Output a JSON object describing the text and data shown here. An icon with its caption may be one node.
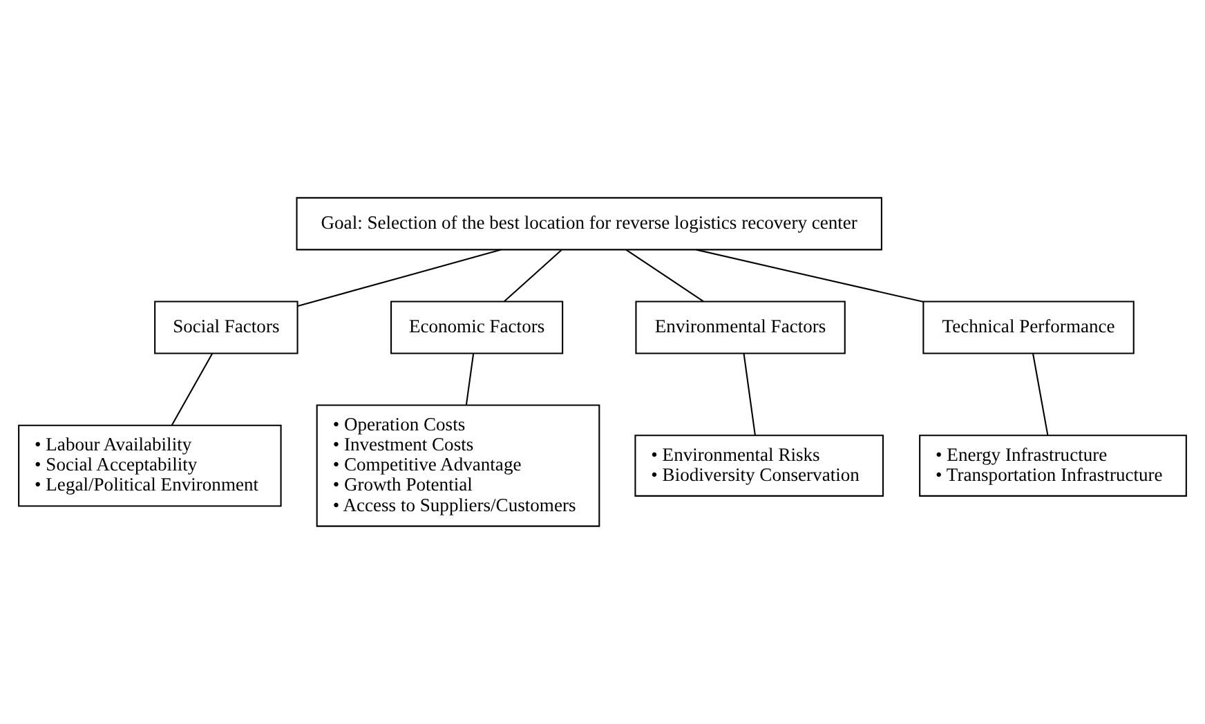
{
  "diagram": {
    "nodes": [
      {
        "text": [
          "Goal: Selection of the best location for reverse logistics recovery center"
        ]
      },
      {
        "text": [
          "Social Factors"
        ]
      },
      {
        "text": [
          "Economic Factors"
        ]
      },
      {
        "text": [
          "Environmental Factors"
        ]
      },
      {
        "text": [
          "Technical Performance"
        ]
      },
      {
        "text": [
          "• Labour Availability",
          "• Social Acceptability",
          "• Legal/Political Environment"
        ]
      },
      {
        "text": [
          "• Operation Costs",
          "• Investment Costs",
          "• Competitive Advantage",
          "• Growth Potential",
          "• Access to Suppliers/Customers"
        ]
      },
      {
        "text": [
          "• Environmental Risks",
          "• Biodiversity Conservation"
        ]
      },
      {
        "text": [
          "• Energy Infrastructure",
          "• Transportation Infrastructure"
        ]
      }
    ],
    "edges": [
      {
        "from": 0,
        "to": 1,
        "arrow": "none"
      },
      {
        "from": 0,
        "to": 2,
        "arrow": "none"
      },
      {
        "from": 0,
        "to": 3,
        "arrow": "none"
      },
      {
        "from": 0,
        "to": 4,
        "arrow": "none"
      },
      {
        "from": 1,
        "to": 5,
        "arrow": "none"
      },
      {
        "from": 2,
        "to": 6,
        "arrow": "none"
      },
      {
        "from": 3,
        "to": 7,
        "arrow": "none"
      },
      {
        "from": 4,
        "to": 8,
        "arrow": "none"
      }
    ]
  }
}
